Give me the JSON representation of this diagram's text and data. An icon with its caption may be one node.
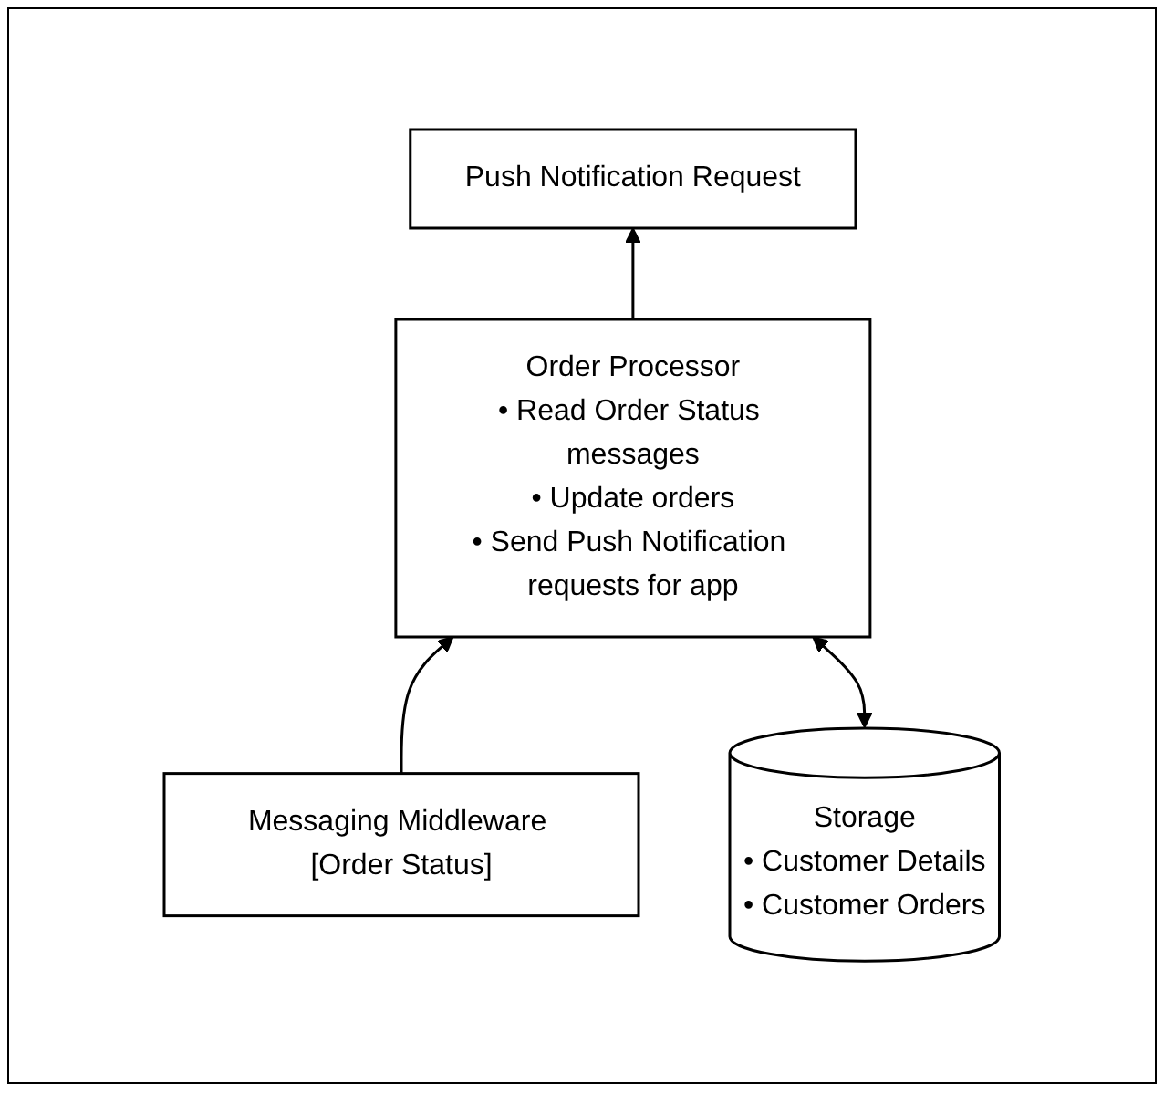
{
  "diagram": {
    "nodes": [
      {
        "text": [
          "Push Notification Request"
        ]
      },
      {
        "text": [
          "Order Processor",
          "• Read Order Status messages",
          "• Update orders",
          "• Send Push Notification requests for app"
        ]
      },
      {
        "text": [
          "Messaging Middleware [Order Status]"
        ]
      },
      {
        "text": [
          "Storage",
          "• Customer Details",
          "• Customer Orders"
        ]
      }
    ],
    "edges": [
      {
        "from": 1,
        "to": 0,
        "arrow": "to"
      },
      {
        "from": 2,
        "to": 1,
        "arrow": "to"
      },
      {
        "from": 3,
        "to": 1,
        "arrow": "both"
      }
    ]
  }
}
